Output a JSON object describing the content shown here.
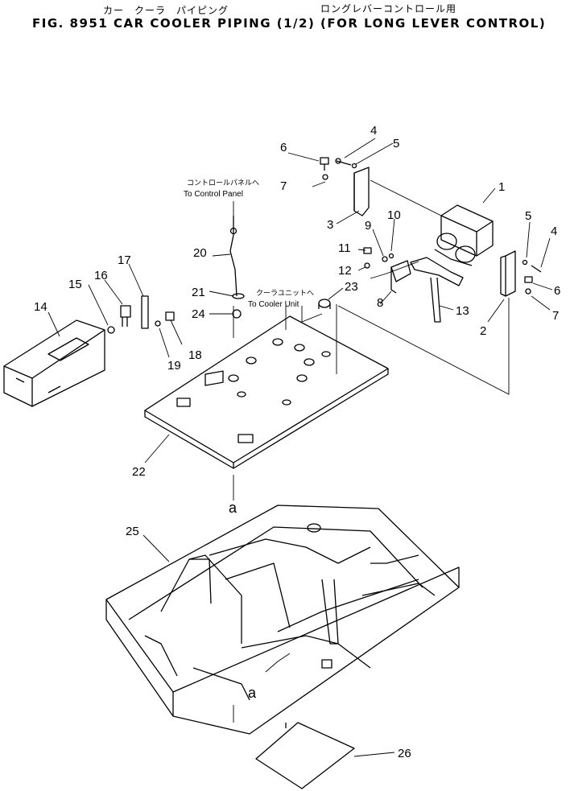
{
  "header": {
    "jp_title": "カー　クーラ　パイピング",
    "jp_note": "ロングレバーコントロール用",
    "en_title": "FIG. 8951  CAR  COOLER  PIPING  (1/2)  (FOR  LONG  LEVER  CONTROL)"
  },
  "annotations": {
    "control_panel_jp": "コントロールパネルへ",
    "control_panel_en": "To Control Panel",
    "cooler_unit_jp": "クーラユニットへ",
    "cooler_unit_en": "To Cooler Unit",
    "ref_a": "a"
  },
  "callouts": [
    "1",
    "2",
    "3",
    "4",
    "5",
    "6",
    "7",
    "8",
    "9",
    "10",
    "11",
    "12",
    "13",
    "14",
    "15",
    "16",
    "17",
    "18",
    "19",
    "20",
    "21",
    "22",
    "23",
    "24",
    "25",
    "26",
    "4",
    "5",
    "6",
    "7"
  ]
}
